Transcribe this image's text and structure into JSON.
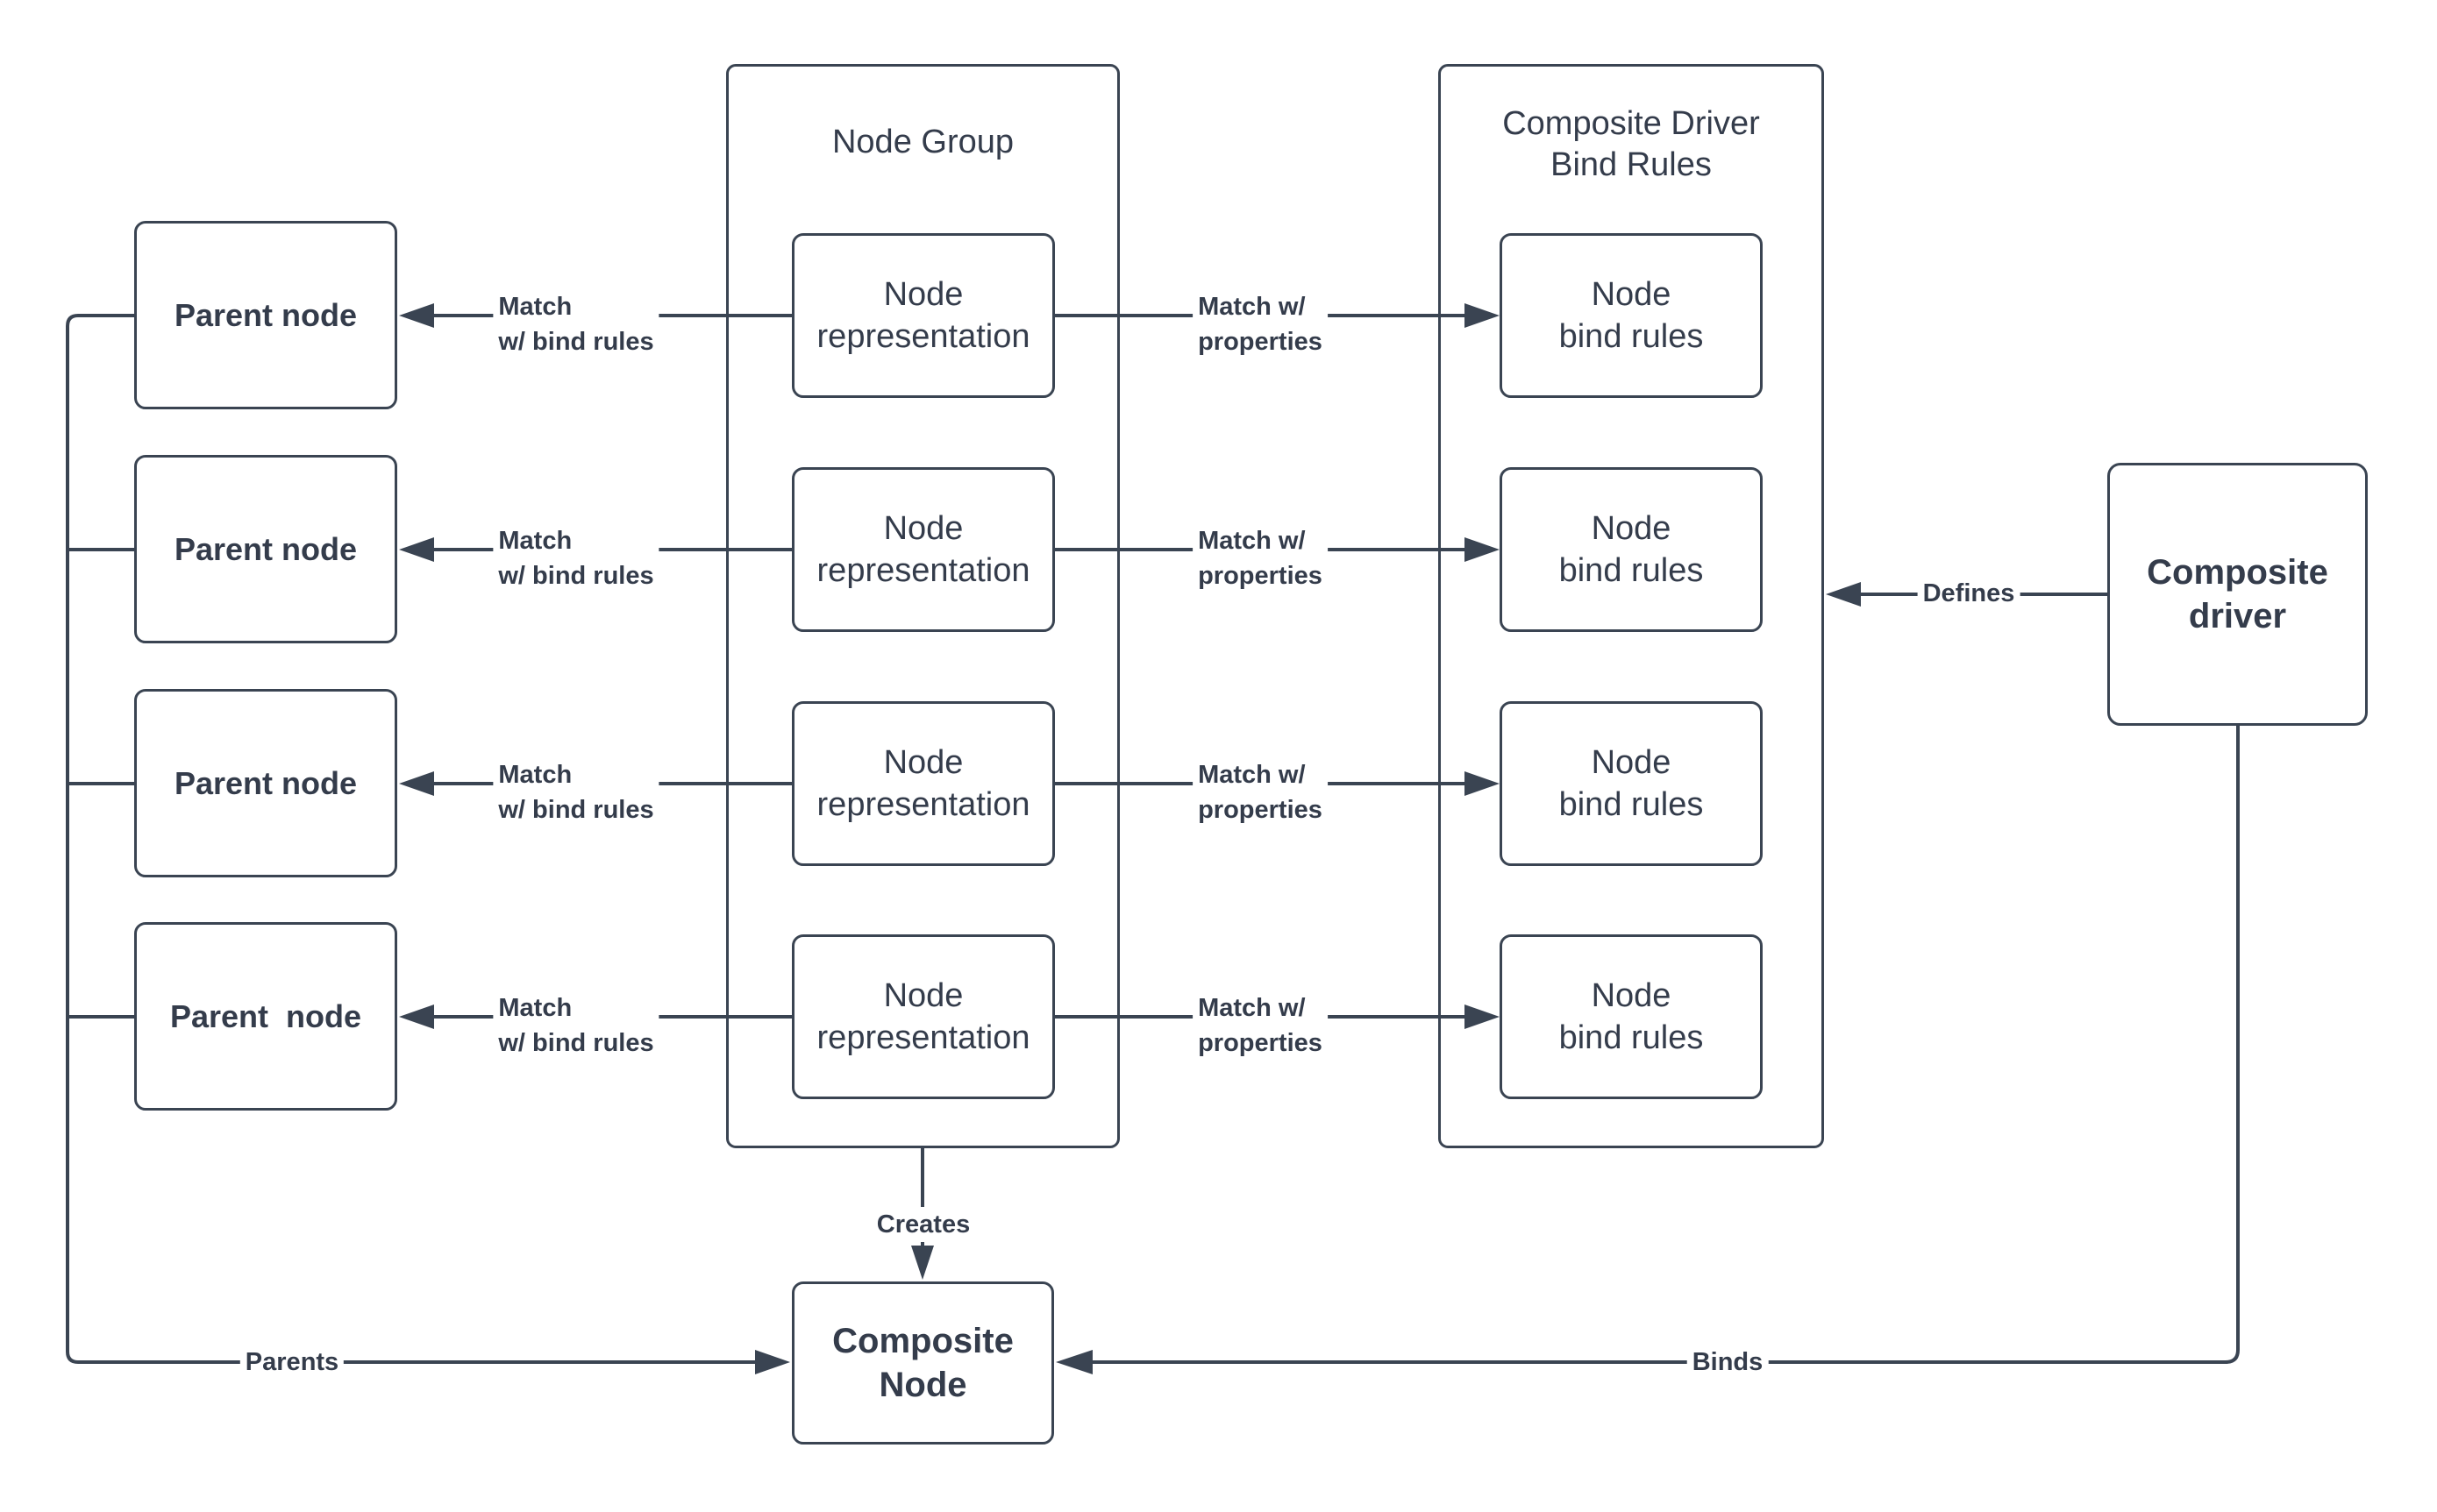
{
  "colors": {
    "stroke": "#3a4452",
    "text": "#343c4b",
    "label-bg": "#ffffff",
    "canvas-bg": "#ffffff"
  },
  "parent_nodes": [
    "Parent node",
    "Parent node",
    "Parent node",
    "Parent  node"
  ],
  "node_group": {
    "title": "Node Group",
    "items": [
      "Node\nrepresentation",
      "Node\nrepresentation",
      "Node\nrepresentation",
      "Node\nrepresentation"
    ]
  },
  "bind_rules_group": {
    "title": "Composite Driver\nBind Rules",
    "items": [
      "Node\nbind rules",
      "Node\nbind rules",
      "Node\nbind rules",
      "Node\nbind rules"
    ]
  },
  "composite_driver": {
    "label": "Composite\ndriver"
  },
  "composite_node": {
    "label": "Composite\nNode"
  },
  "edge_labels": {
    "match_bind_rules": [
      "Match\nw/ bind rules",
      "Match\nw/ bind rules",
      "Match\nw/ bind rules",
      "Match\nw/ bind rules"
    ],
    "match_properties": [
      "Match w/\nproperties",
      "Match w/\nproperties",
      "Match w/\nproperties",
      "Match w/\nproperties"
    ],
    "defines": "Defines",
    "creates": "Creates",
    "parents": "Parents",
    "binds": "Binds"
  }
}
